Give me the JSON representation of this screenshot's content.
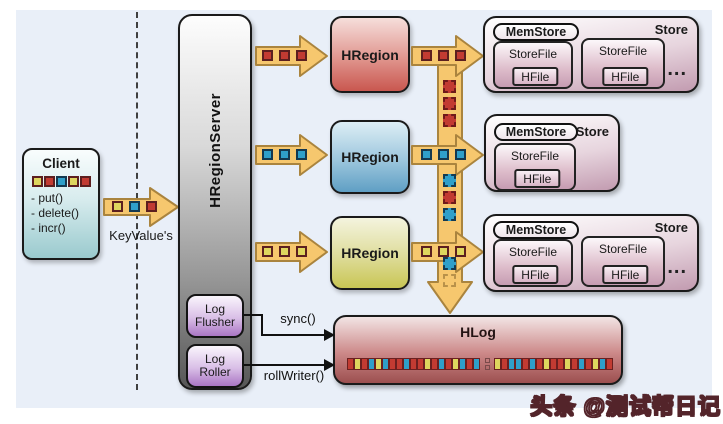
{
  "palette": {
    "arrow_fill": "#f6c76e",
    "arrow_stroke": "#aa843e",
    "square_red": "#c23b32",
    "square_yellow": "#ded65e",
    "square_blue": "#2f9fc9",
    "canvas_bg": "#e9eff8"
  },
  "client": {
    "title": "Client",
    "squares": [
      "yellow",
      "red",
      "blue",
      "yellow",
      "red"
    ],
    "methods": [
      "- put()",
      "- delete()",
      "- incr()"
    ]
  },
  "keyvalue_arrow": {
    "label": "KeyValue's",
    "squares": [
      "yellow",
      "blue",
      "red"
    ]
  },
  "server": {
    "label": "HRegionServer",
    "flusher_label": "Log Flusher",
    "roller_label": "Log Roller"
  },
  "regions": [
    {
      "label": "HRegion",
      "theme": "red"
    },
    {
      "label": "HRegion",
      "theme": "blue"
    },
    {
      "label": "HRegion",
      "theme": "yellow"
    }
  ],
  "flow": {
    "server_arrow_squares": [
      [
        "red",
        "red",
        "red"
      ],
      [
        "blue",
        "blue",
        "blue"
      ],
      [
        "yellow",
        "yellow",
        "yellow"
      ]
    ],
    "store_arrow_squares": [
      [
        "red",
        "red",
        "red"
      ],
      [
        "blue",
        "blue",
        "blue"
      ],
      [
        "yellow",
        "yellow",
        "yellow"
      ]
    ],
    "band_dots_1": [
      "red",
      "red",
      "red"
    ],
    "band_dots_2": [
      "blue",
      "red",
      "blue"
    ],
    "band_dots_3": [
      "blue",
      "empty"
    ]
  },
  "stores": [
    {
      "store_label": "Store",
      "memstore_label": "MemStore",
      "file1_label": "StoreFile",
      "file1_hfile": "HFile",
      "file2_label": "StoreFile",
      "file2_hfile": "HFile",
      "ellipsis": "..."
    },
    {
      "store_label": "Store",
      "memstore_label": "MemStore",
      "file1_label": "StoreFile",
      "file1_hfile": "HFile"
    },
    {
      "store_label": "Store",
      "memstore_label": "MemStore",
      "file1_label": "StoreFile",
      "file1_hfile": "HFile",
      "file2_label": "StoreFile",
      "file2_hfile": "HFile",
      "ellipsis": "..."
    }
  ],
  "connectors": {
    "sync_label": "sync()",
    "roll_label": "rollWriter()"
  },
  "hlog": {
    "title": "HLog",
    "squares_left": [
      "red",
      "yellow",
      "red",
      "blue",
      "yellow",
      "blue",
      "red",
      "red",
      "blue",
      "red",
      "red",
      "yellow",
      "red",
      "blue",
      "red",
      "yellow",
      "blue",
      "red",
      "blue"
    ],
    "squares_right": [
      "yellow",
      "red",
      "blue",
      "blue",
      "red",
      "blue",
      "red",
      "yellow",
      "red",
      "red",
      "yellow",
      "red",
      "blue",
      "red",
      "yellow",
      "blue",
      "red"
    ]
  },
  "watermark": {
    "text": "头条 @测试帮日记"
  }
}
